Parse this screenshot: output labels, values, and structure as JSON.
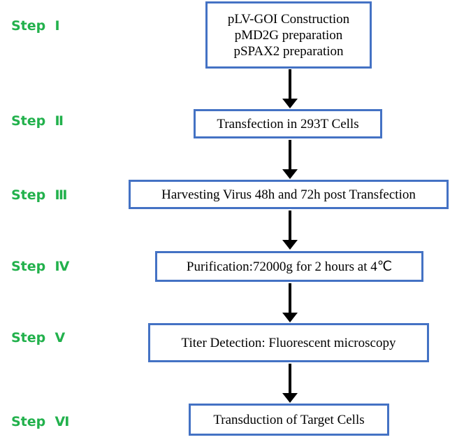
{
  "colors": {
    "step_label": "#22b14c",
    "box_border": "#4472c4",
    "arrow": "#000000"
  },
  "steps": [
    {
      "label": "Step  Ⅰ",
      "lines": [
        "pLV-GOI Construction",
        "pMD2G preparation",
        "pSPAX2 preparation"
      ]
    },
    {
      "label": "Step  Ⅱ",
      "lines": [
        "Transfection in 293T  Cells"
      ]
    },
    {
      "label": "Step  Ⅲ",
      "lines": [
        "Harvesting Virus 48h and 72h post Transfection"
      ]
    },
    {
      "label": "Step  Ⅳ",
      "lines": [
        "Purification:72000g  for 2 hours at 4℃"
      ]
    },
    {
      "label": "Step  Ⅴ",
      "lines": [
        "Titer Detection: Fluorescent microscopy"
      ]
    },
    {
      "label": "Step  Ⅵ",
      "lines": [
        "Transduction of Target  Cells"
      ]
    }
  ]
}
